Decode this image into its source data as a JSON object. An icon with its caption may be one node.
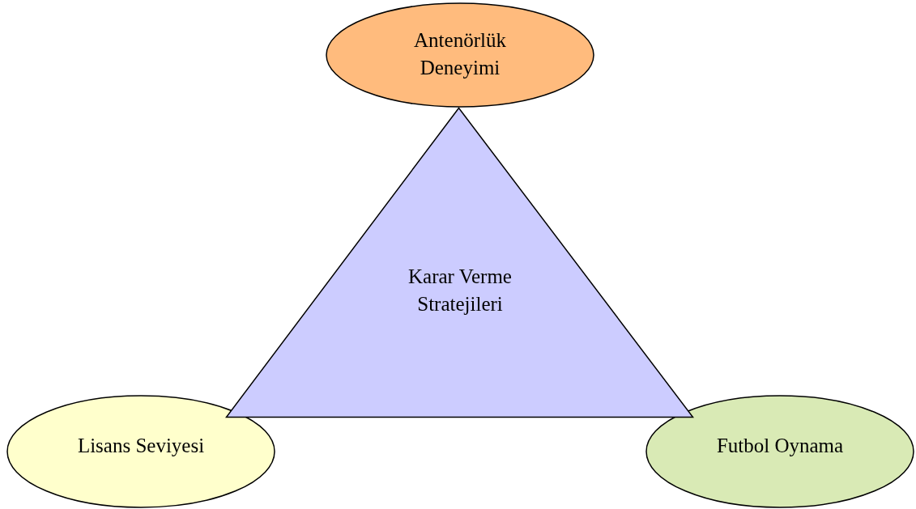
{
  "diagram": {
    "nodes": [
      {
        "text": [
          "Antenörlük Deneyimi"
        ]
      },
      {
        "text": [
          "Karar Verme Stratejileri"
        ]
      },
      {
        "text": [
          "Lisans Seviyesi"
        ]
      },
      {
        "text": [
          "Futbol Oynama"
        ]
      }
    ]
  }
}
